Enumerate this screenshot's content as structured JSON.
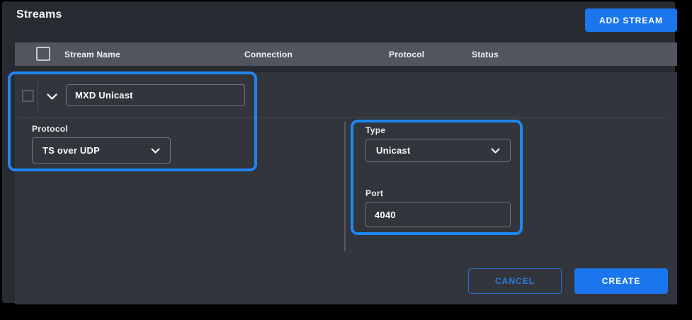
{
  "page": {
    "title": "Streams",
    "add_stream_button": "ADD STREAM"
  },
  "table": {
    "columns": [
      "Stream Name",
      "Connection",
      "Protocol",
      "Status"
    ]
  },
  "editor": {
    "stream_name_value": "MXD Unicast",
    "protocol_label": "Protocol",
    "protocol_value": "TS over UDP",
    "type_label": "Type",
    "type_value": "Unicast",
    "port_label": "Port",
    "port_value": "4040",
    "cancel_button": "CANCEL",
    "create_button": "CREATE"
  },
  "colors": {
    "accent_blue": "#1b76ed",
    "annotation_blue": "#1e86f0",
    "panel_bg": "#282b31",
    "card_bg": "#32353c",
    "header_bar_bg": "#52555e"
  }
}
